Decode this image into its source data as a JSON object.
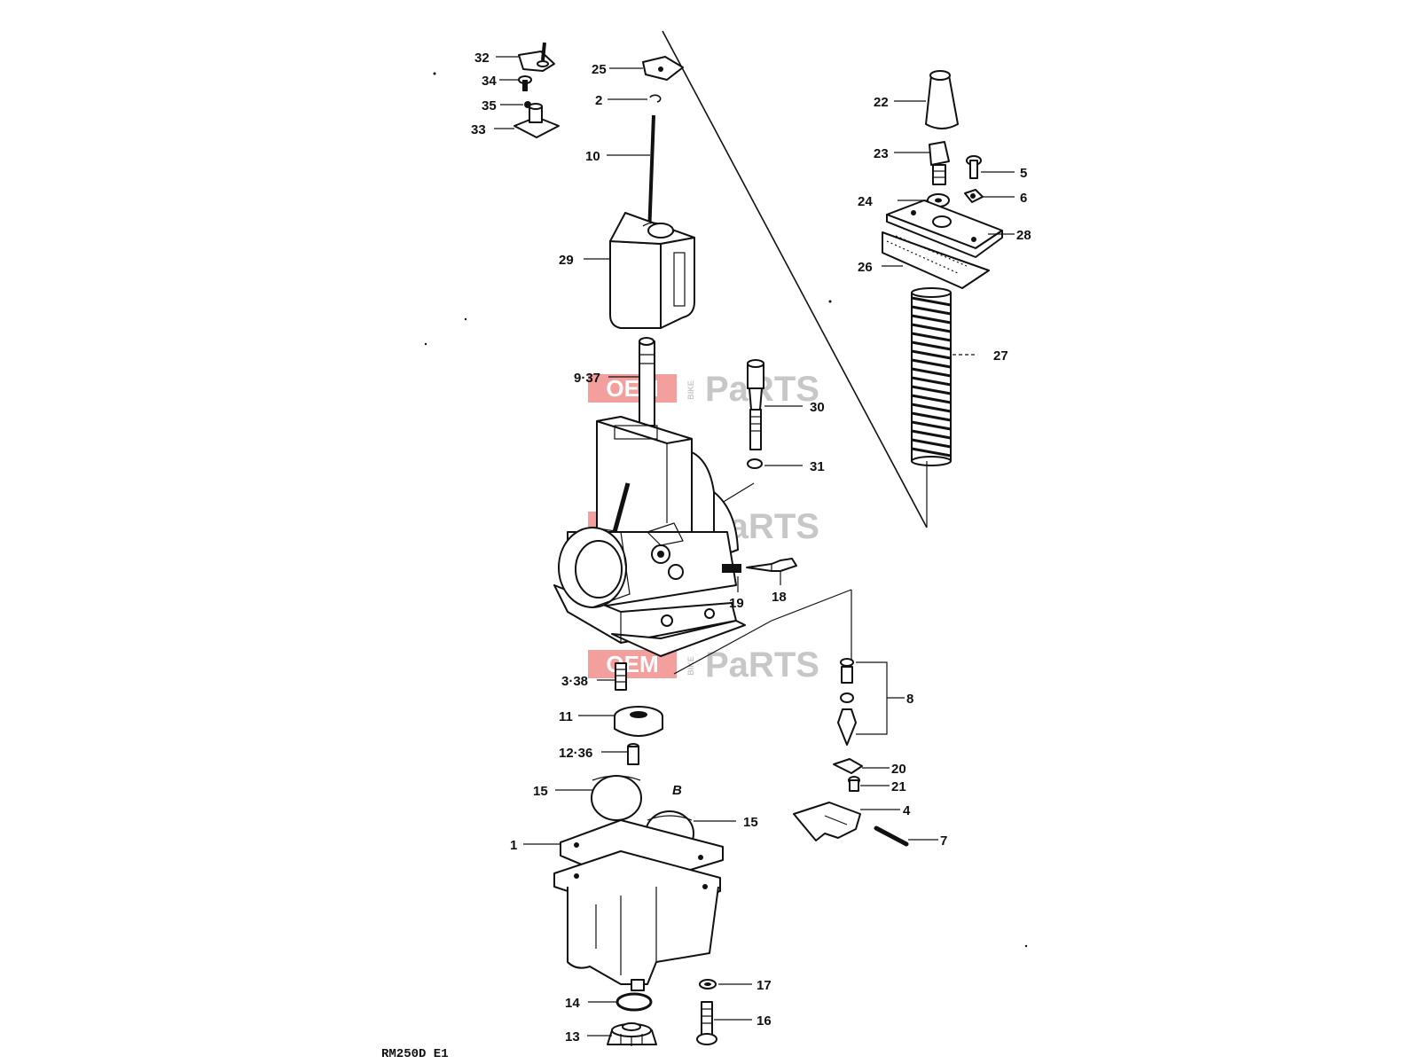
{
  "diagram": {
    "model_code": "RM250D E1",
    "part_labels": {
      "p32": "32",
      "p34": "34",
      "p35": "35",
      "p33": "33",
      "p25": "25",
      "p2": "2",
      "p10": "10",
      "p29": "29",
      "p9_37": "9·37",
      "p30": "30",
      "p31": "31",
      "p22": "22",
      "p23": "23",
      "p5": "5",
      "p24": "24",
      "p6": "6",
      "p28": "28",
      "p26": "26",
      "p27": "27",
      "p19": "19",
      "p18": "18",
      "p3_38": "3·38",
      "p11": "11",
      "p12_36": "12·36",
      "p15a": "15",
      "p15b": "15",
      "pB": "B",
      "p1": "1",
      "p8": "8",
      "p20": "20",
      "p21": "21",
      "p4": "4",
      "p7": "7",
      "p17": "17",
      "p16": "16",
      "p14": "14",
      "p13": "13"
    }
  },
  "watermark": {
    "oem": "OEM",
    "bike": "BIKE",
    "parts": "PaRTS",
    "color_red": "#e8524f",
    "color_grey": "#9a9a9a"
  }
}
